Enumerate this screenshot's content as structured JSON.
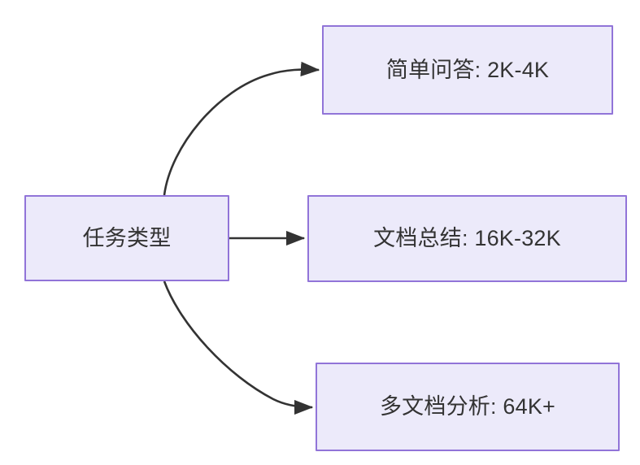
{
  "diagram": {
    "type": "flowchart",
    "direction": "left-to-right",
    "title": "任务类型",
    "colors": {
      "node_fill": "#ECEAFA",
      "node_border": "#9174D8",
      "node_text": "#333333",
      "edge_stroke": "#333333",
      "background": "#FFFFFF"
    },
    "nodes": [
      {
        "id": "root",
        "label": "任务类型",
        "role": "source"
      },
      {
        "id": "simple-qa",
        "label": "简单问答: 2K-4K",
        "role": "target"
      },
      {
        "id": "doc-summary",
        "label": "文档总结: 16K-32K",
        "role": "target"
      },
      {
        "id": "multidoc-analysis",
        "label": "多文档分析: 64K+",
        "role": "target"
      }
    ],
    "edges": [
      {
        "id": "edge-root-simple-qa",
        "from": "root",
        "to": "simple-qa",
        "label": "",
        "style": "curved",
        "arrowhead": "filled-triangle"
      },
      {
        "id": "edge-root-doc-summary",
        "from": "root",
        "to": "doc-summary",
        "label": "",
        "style": "straight",
        "arrowhead": "filled-triangle"
      },
      {
        "id": "edge-root-multidoc-analysis",
        "from": "root",
        "to": "multidoc-analysis",
        "label": "",
        "style": "curved",
        "arrowhead": "filled-triangle"
      }
    ]
  }
}
